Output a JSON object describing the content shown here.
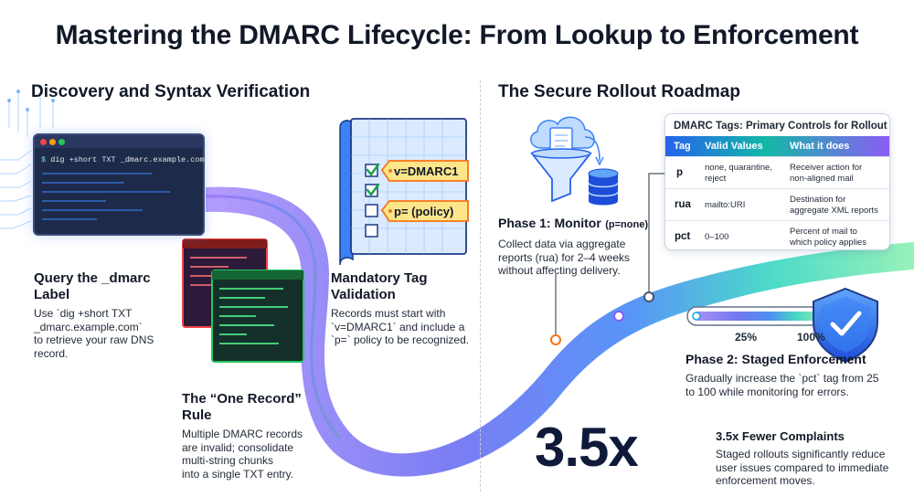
{
  "title": "Mastering the DMARC Lifecycle: From Lookup to Enforcement",
  "left_section": {
    "heading": "Discovery and Syntax Verification",
    "terminal_command": "dig +short TXT _dmarc.example.com",
    "terminal_prompt": "$",
    "steps": [
      {
        "title_lines": [
          "Query the _dmarc",
          "Label"
        ],
        "body_lines": [
          "Use `dig +short TXT",
          "_dmarc.example.com`",
          "to retrieve your raw DNS",
          "record."
        ]
      },
      {
        "title_lines": [
          "Mandatory Tag",
          "Validation"
        ],
        "body_lines": [
          "Records must start with",
          "`v=DMARC1` and include a",
          "`p=` policy to be recognized."
        ]
      },
      {
        "title_lines": [
          "The “One Record”",
          "Rule"
        ],
        "body_lines": [
          "Multiple DMARC records",
          "are invalid; consolidate",
          "multi-string chunks",
          "into a single TXT entry."
        ]
      }
    ],
    "tag_badges": [
      "v=DMARC1",
      "p= (policy)"
    ]
  },
  "right_section": {
    "heading": "The Secure Rollout Roadmap",
    "phase1": {
      "title": "Phase 1: Monitor",
      "title_suffix": "(p=none)",
      "body_lines": [
        "Collect data via aggregate",
        "reports (rua) for 2–4 weeks",
        "without affecting delivery."
      ]
    },
    "phase2": {
      "title": "Phase 2: Staged Enforcement",
      "body_lines": [
        "Gradually increase the `pct` tag from 25",
        "to 100 while monitoring for errors."
      ],
      "pct_labels": [
        "25%",
        "100%"
      ]
    },
    "stat": {
      "value": "3.5x",
      "title": "3.5x Fewer Complaints",
      "body_lines": [
        "Staged rollouts significantly reduce",
        "user issues compared to immediate",
        "enforcement moves."
      ]
    },
    "table": {
      "title": "DMARC Tags: Primary Controls for Rollout",
      "headers": [
        "Tag",
        "Valid Values",
        "What it does"
      ],
      "rows": [
        {
          "tag": "p",
          "values": [
            "none, quarantine,",
            "reject"
          ],
          "does": [
            "Receiver action for",
            "non-aligned mail"
          ]
        },
        {
          "tag": "rua",
          "values": [
            "mailto:URI"
          ],
          "does": [
            "Destination for",
            "aggregate XML reports"
          ]
        },
        {
          "tag": "pct",
          "values": [
            "0–100"
          ],
          "does": [
            "Percent of mail to",
            "which policy applies"
          ]
        }
      ]
    }
  },
  "colors": {
    "ribbon_start": "#8b5cf6",
    "ribbon_mid": "#3b82f6",
    "ribbon_end": "#22c55e",
    "accent_blue": "#2563eb",
    "terminal_bg": "#1e2a4a"
  }
}
